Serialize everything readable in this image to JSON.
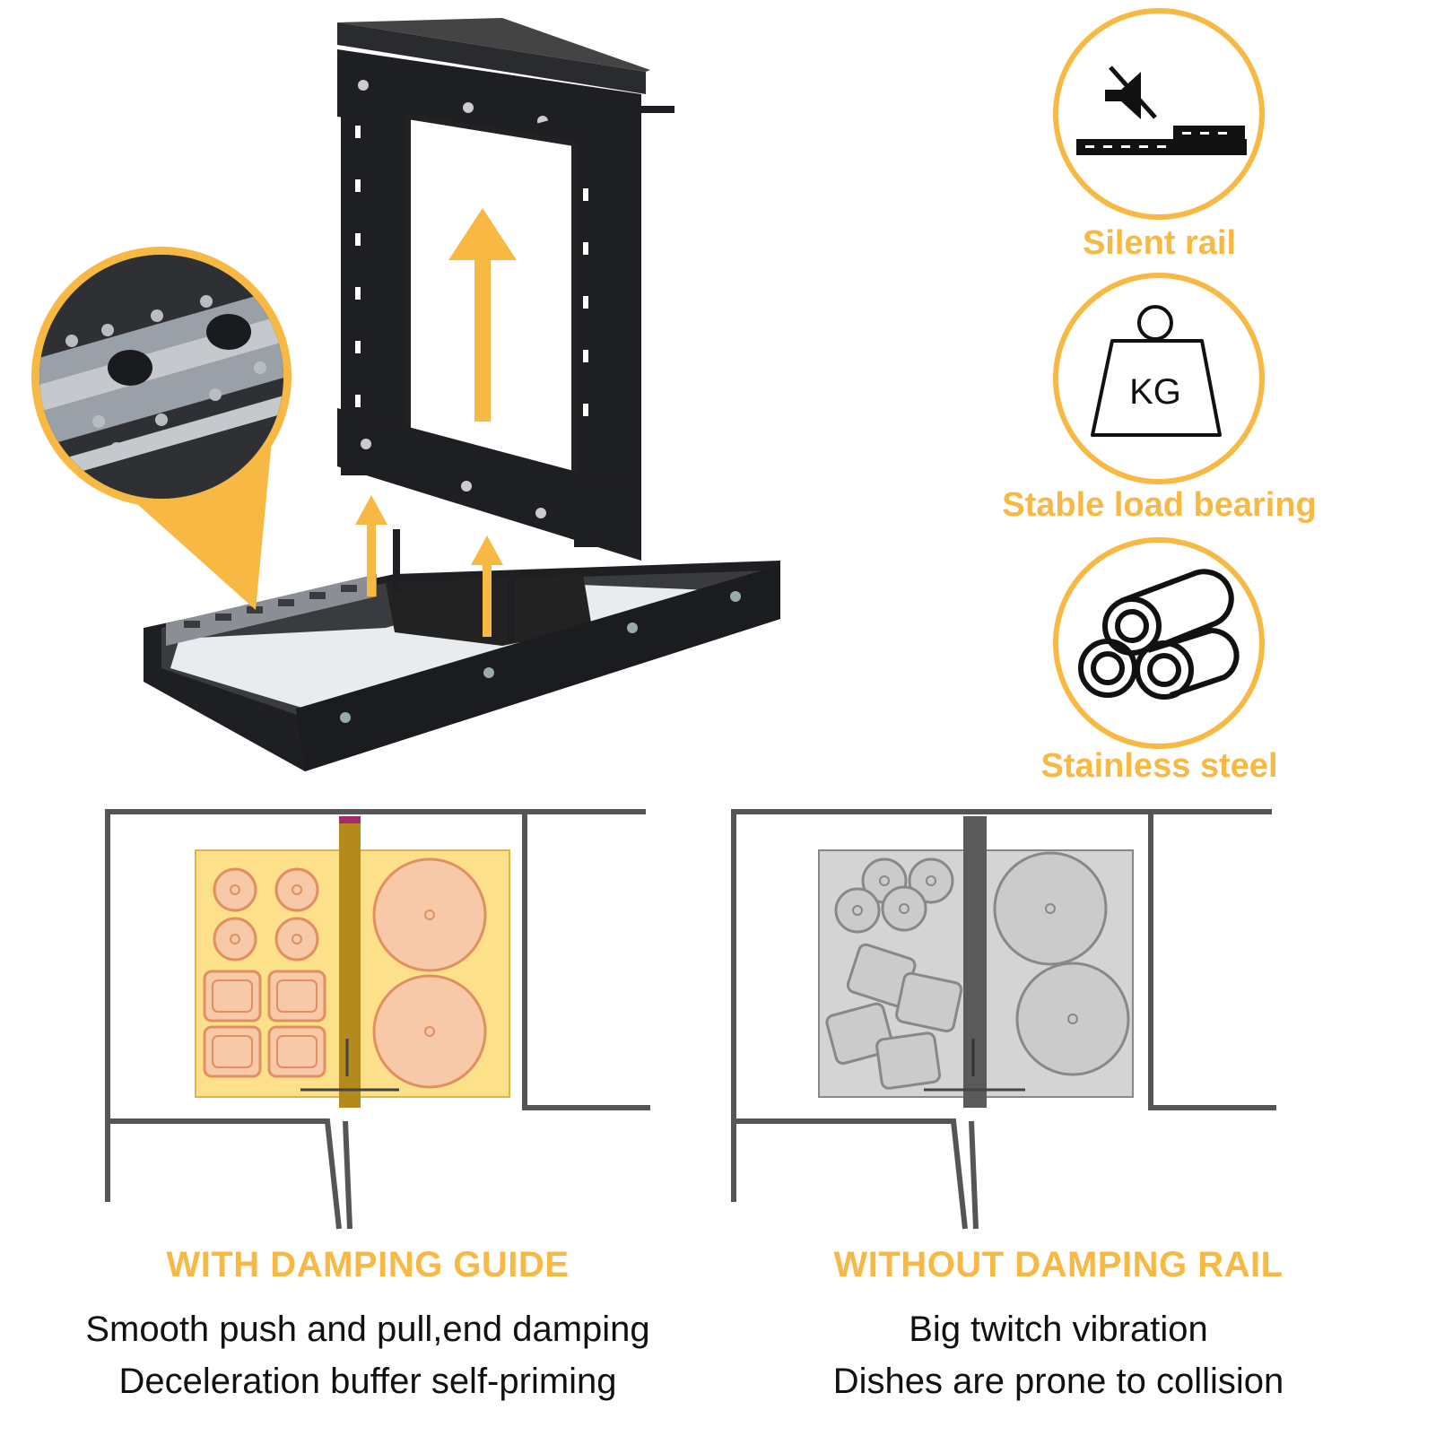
{
  "features": [
    {
      "label": "Silent rail",
      "icon": "muted-speaker-icon"
    },
    {
      "label": "Stable load bearing",
      "icon": "kg-weight-icon"
    },
    {
      "label": "Stainless steel",
      "icon": "steel-pipes-icon"
    }
  ],
  "kg_text": "KG",
  "comparison": {
    "with": {
      "heading": "WITH DAMPING GUIDE",
      "line1": "Smooth push and pull,end damping",
      "line2": "Deceleration buffer self-priming"
    },
    "without": {
      "heading": "WITHOUT DAMPING RAIL",
      "line1": "Big twitch vibration",
      "line2": "Dishes are prone to collision"
    }
  },
  "colors": {
    "accent": "#f7b944",
    "frame": "#1e1f22",
    "highlight_panel": "#fde08a",
    "dish_fill": "#f7c9a8",
    "gray_panel": "#d4d4d4"
  }
}
